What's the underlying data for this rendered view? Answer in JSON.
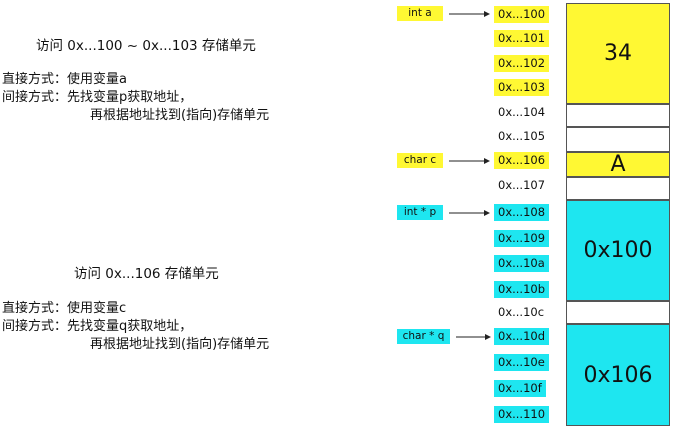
{
  "colors": {
    "yellow": "#fff833",
    "cyan": "#1ee6f0",
    "border": "#555555",
    "arrow": "#222222"
  },
  "left": {
    "block1": {
      "title": "访问 0x...100 ~ 0x...103 存储单元",
      "line1": "直接方式：使用变量a",
      "line2": "间接方式：先找变量p获取地址，",
      "line3": "再根据地址找到(指向)存储单元"
    },
    "block2": {
      "title": "访问 0x...106 存储单元",
      "line1": "直接方式：使用变量c",
      "line2": "间接方式：先找变量q获取地址，",
      "line3": "再根据地址找到(指向)存储单元"
    }
  },
  "vars": {
    "a": "int  a",
    "c": "char c",
    "p": "int * p",
    "q": "char * q"
  },
  "addresses": [
    "0x...100",
    "0x...101",
    "0x...102",
    "0x...103",
    "0x...104",
    "0x...105",
    "0x...106",
    "0x...107",
    "0x...108",
    "0x...109",
    "0x...10a",
    "0x...10b",
    "0x...10c",
    "0x...10d",
    "0x...10e",
    "0x...10f",
    "0x...110"
  ],
  "memory": {
    "a_value": "34",
    "c_value": "A",
    "p_value": "0x100",
    "q_value": "0x106"
  }
}
